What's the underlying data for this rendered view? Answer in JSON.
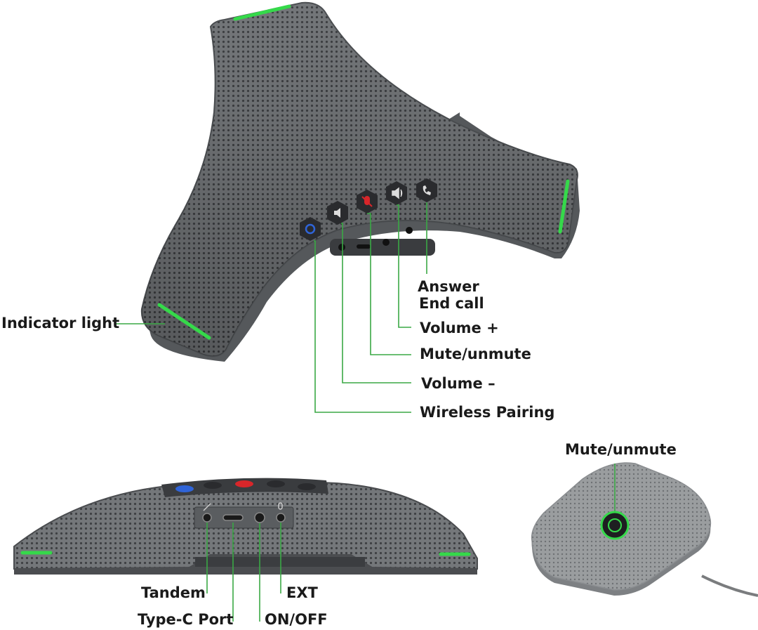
{
  "callouts": {
    "indicator_light": "Indicator light",
    "answer": "Answer",
    "end_call": "End call",
    "volume_up": "Volume +",
    "mute_unmute": "Mute/unmute",
    "volume_down": "Volume –",
    "wireless_pairing": "Wireless Pairing",
    "tandem": "Tandem",
    "type_c_port": "Type-C Port",
    "ext": "EXT",
    "on_off": "ON/OFF",
    "mic_mute_unmute": "Mute/unmute"
  },
  "colors": {
    "device_body": "#6f7275",
    "device_edge": "#55585b",
    "indicator_green": "#35d94a",
    "leader_line": "#3aa845",
    "pairing_button": "#2f64d8",
    "mute_button": "#d8262a",
    "button_face": "#2a2b2e",
    "mic_pod": "#9a9c9e"
  },
  "icons": [
    "bluetooth-icon",
    "volume-down-icon",
    "mic-mute-icon",
    "volume-up-icon",
    "phone-icon",
    "power-icon",
    "link-icon",
    "mic-icon"
  ]
}
